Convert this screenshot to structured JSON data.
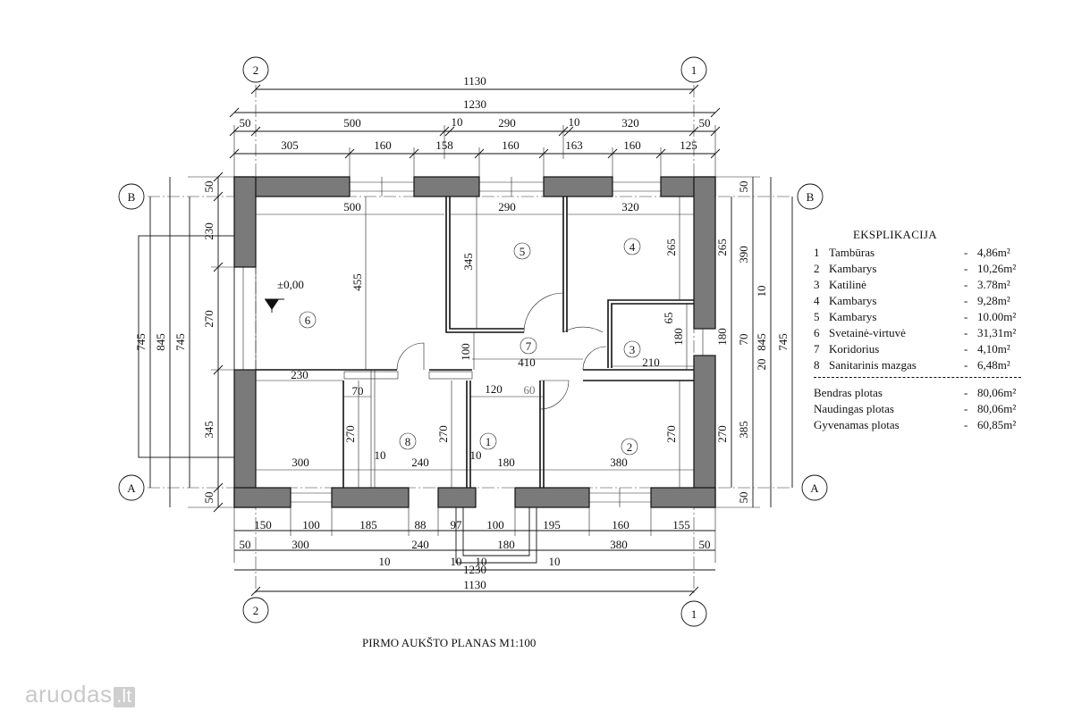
{
  "plan": {
    "caption": "PIRMO AUKŠTO PLANAS M1:100",
    "level_mark": "±0,00",
    "axes": {
      "top_left": "2",
      "top_right": "1",
      "bottom_left": "2",
      "bottom_right": "1",
      "left_top": "B",
      "left_bottom": "A",
      "right_top": "B",
      "right_bottom": "A"
    },
    "rooms": [
      "1",
      "2",
      "3",
      "4",
      "5",
      "6",
      "7",
      "8"
    ],
    "dims_top": {
      "overall_inner": "1130",
      "overall_outer": "1230",
      "row1": [
        "50",
        "500",
        "10",
        "290",
        "10",
        "320",
        "50"
      ],
      "row2": [
        "305",
        "160",
        "158",
        "160",
        "163",
        "160",
        "125"
      ]
    },
    "dims_bottom": {
      "row1": [
        "150",
        "100",
        "185",
        "88",
        "97",
        "100",
        "195",
        "160",
        "155"
      ],
      "row2": [
        "50",
        "300",
        "240",
        "180",
        "380",
        "50"
      ],
      "tens": [
        "10",
        "10",
        "10",
        "10"
      ],
      "overall_outer": "1230",
      "overall_inner": "1130"
    },
    "dims_left": {
      "segments": [
        "50",
        "230",
        "270",
        "345",
        "50"
      ],
      "overall": [
        "745",
        "845",
        "745"
      ]
    },
    "dims_right": {
      "segments_outer": [
        "50",
        "390",
        "10",
        "70",
        "20",
        "385",
        "50"
      ],
      "segments_inner": [
        "265",
        "180",
        "270"
      ],
      "overall": [
        "845",
        "745"
      ]
    },
    "dims_inside": {
      "r6_width": "500",
      "r5_width": "290",
      "r4_width": "320",
      "r6_height": "455",
      "r5_height": "345",
      "r4_height": "265",
      "r3_height": "180",
      "r3_small": "65",
      "r3_width": "210",
      "corr_top": "100",
      "corr_width": "410",
      "corr_a": "120",
      "corr_b": "60",
      "r6_lower": "230",
      "r8_wall": "70",
      "r8_height": "270",
      "r1_height": "270",
      "r2_height": "270",
      "bot_r6": "300",
      "bot_r8": "240",
      "bot_r1": "180",
      "bot_r2": "380",
      "ten_a": "10",
      "ten_b": "10"
    }
  },
  "legend": {
    "title": "EKSPLIKACIJA",
    "rooms": [
      {
        "num": "1",
        "name": "Tambūras",
        "area": "4,86m²"
      },
      {
        "num": "2",
        "name": "Kambarys",
        "area": "10,26m²"
      },
      {
        "num": "3",
        "name": "Katilinė",
        "area": "3.78m²"
      },
      {
        "num": "4",
        "name": "Kambarys",
        "area": "9,28m²"
      },
      {
        "num": "5",
        "name": "Kambarys",
        "area": "10.00m²"
      },
      {
        "num": "6",
        "name": "Svetainė-virtuvė",
        "area": "31,31m²"
      },
      {
        "num": "7",
        "name": "Koridorius",
        "area": "4,10m²"
      },
      {
        "num": "8",
        "name": "Sanitarinis mazgas",
        "area": "6,48m²"
      }
    ],
    "dash": "-",
    "totals": [
      {
        "name": "Bendras plotas",
        "area": "80,06m²"
      },
      {
        "name": "Naudingas plotas",
        "area": "80,06m²"
      },
      {
        "name": "Gyvenamas plotas",
        "area": "60,85m²"
      }
    ]
  },
  "watermark": {
    "text": "aruodas",
    "suffix": ".lt"
  }
}
